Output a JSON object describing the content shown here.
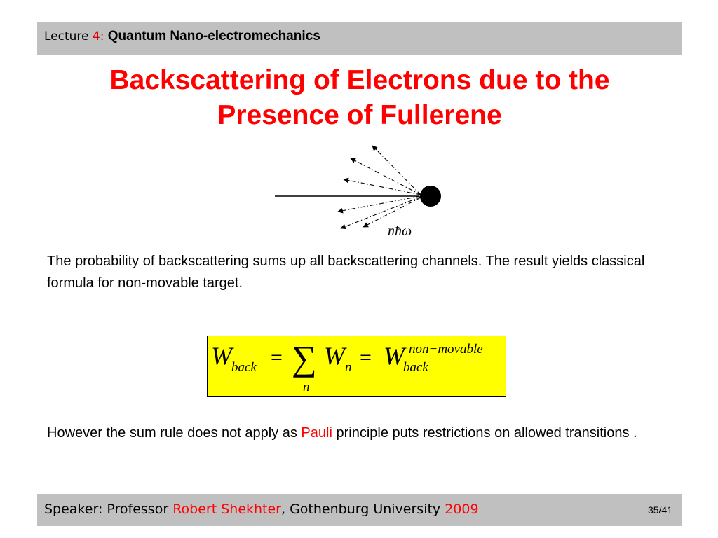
{
  "header": {
    "lecture_label": "Lecture ",
    "lecture_number": "4",
    "colon": ":",
    "title": " Quantum Nano-electromechanics"
  },
  "slide_title": {
    "line1": "Backscattering of Electrons due to the",
    "line2": "Presence of Fullerene"
  },
  "diagram": {
    "label": "nħω"
  },
  "paragraph1": "The probability of backscattering sums up all backscattering channels. The result yields classical formula for non-movable target.",
  "formula": {
    "W": "W",
    "back": "back",
    "equals": "=",
    "sum": "∑",
    "n": "n",
    "superscript": "non−movable"
  },
  "paragraph2": {
    "before": "However the sum rule does not apply as ",
    "highlight": "Pauli",
    "after": " principle puts restrictions on allowed transitions ."
  },
  "footer": {
    "prefix": "Speaker: Professor ",
    "speaker": "Robert Shekhter",
    "middle": ", Gothenburg University ",
    "year": "2009",
    "page": "35/41"
  },
  "colors": {
    "accent_red": "#ff0000",
    "bar_gray": "#c0c0c0",
    "formula_yellow": "#ffff00"
  }
}
